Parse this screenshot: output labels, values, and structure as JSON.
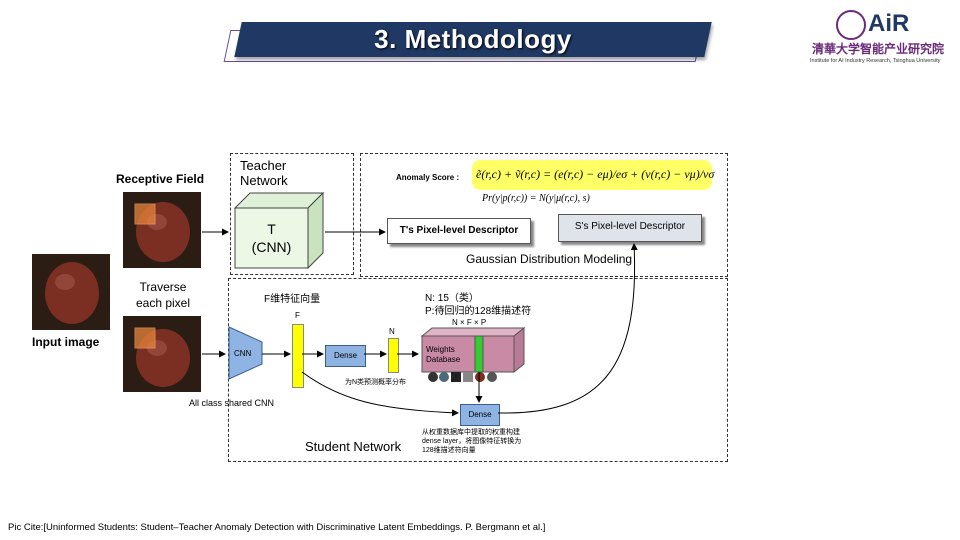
{
  "header": {
    "title": "3. Methodology",
    "logo_text": "AiR",
    "logo_cn": "清華大学智能产业研究院",
    "logo_en": "Institute for AI Industry Research, Tsinghua University"
  },
  "diagram": {
    "receptive_field_label": "Receptive Field",
    "traverse_label": "Traverse\neach pixel",
    "input_image_label": "Input image",
    "teacher_network_label": "Teacher\nNetwork",
    "teacher_box_label": "T\n(CNN)",
    "anomaly_score_label": "Anomaly Score :",
    "anomaly_formula": "ẽ(r,c) + ṽ(r,c) = (e(r,c) − eμ)/eσ + (v(r,c) − vμ)/vσ",
    "probability_formula": "Pr(y|p(r,c)) = N(y|μ(r,c), s)",
    "t_descriptor_label": "T's Pixel-level Descriptor",
    "s_descriptor_label": "S's Pixel-level Descriptor",
    "gaussian_label": "Gaussian Distribution Modeling",
    "f_vector_label": "F维特征向量",
    "f_label": "F",
    "n_classes_label": "N: 15（类）",
    "p_label": "P:待回归的128维描述符",
    "nfp_label": "N × F × P",
    "cnn_label": "CNN",
    "dense_label": "Dense",
    "n_label": "N",
    "weights_db_label": "Weights\nDatabase",
    "prob_dist_label": "为N类预测概率分布",
    "dense2_label": "Dense",
    "shared_cnn_label": "All class shared CNN",
    "student_network_label": "Student Network",
    "dense_note": "从权重数据库中提取的权重构建\ndense layer，将图像特征转换为\n128维描述符向量"
  },
  "footer": {
    "citation": "Pic Cite:[Uninformed Students: Student–Teacher Anomaly Detection with Discriminative Latent Embeddings. P. Bergmann et al.]"
  },
  "colors": {
    "title_bg": "#1f3864",
    "highlight": "#ffff33",
    "cnn_blue": "#8fb4e3",
    "yellow_vector": "#ffff00",
    "weights_pink": "#c98aa5",
    "green_slice": "#33cc33"
  }
}
